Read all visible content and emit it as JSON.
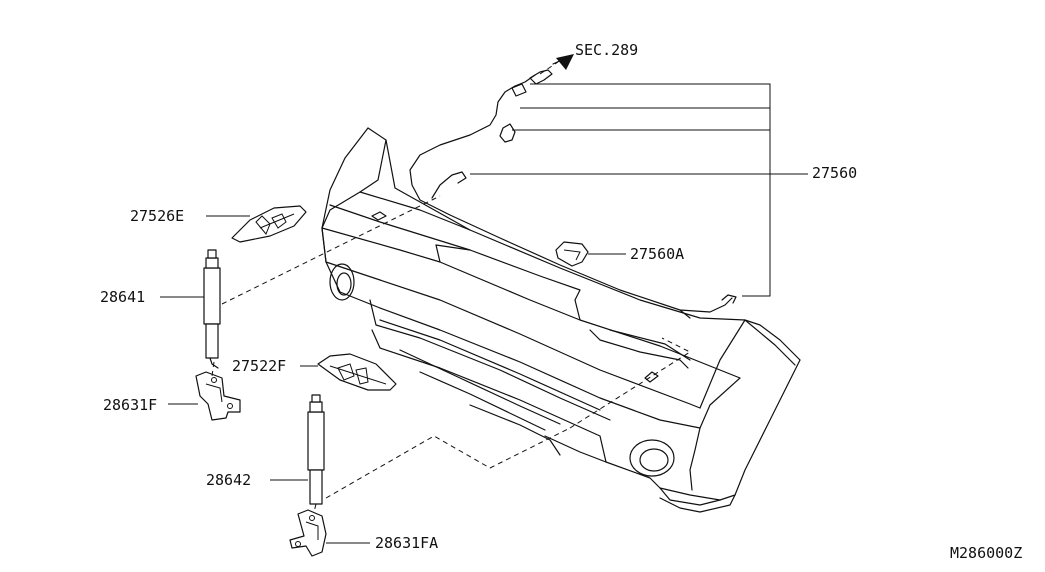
{
  "labels": {
    "sec": "SEC.289",
    "p27560": "27560",
    "p27560A": "27560A",
    "p27526E": "27526E",
    "p28641": "28641",
    "p27522F": "27522F",
    "p28631F": "28631F",
    "p28642": "28642",
    "p28631FA": "28631FA",
    "figure_code": "M286000Z"
  }
}
